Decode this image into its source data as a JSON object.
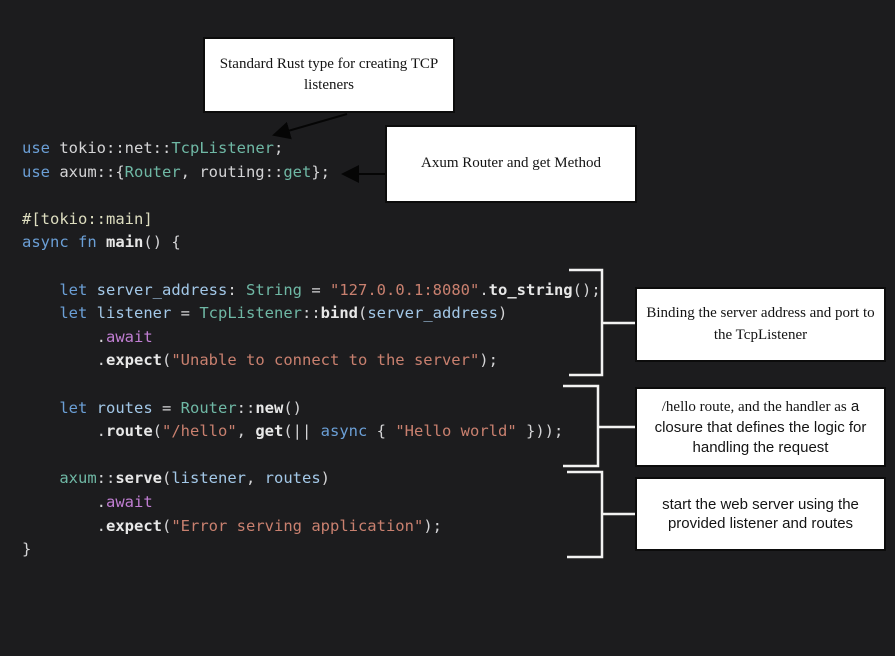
{
  "palette": {
    "bg": "#1c1c1e",
    "kw": "#6b9fd6",
    "ty": "#6fb8a5",
    "fn": "#e8e8e8",
    "va": "#a3c8e8",
    "st": "#c9806f",
    "pu": "#d4d4d6",
    "at": "#dedec0",
    "aw": "#c07ed2",
    "bracket": "#f2f2f2",
    "arrow": "#050505",
    "note_fill": "#ffffff",
    "note_text": "#141414"
  },
  "annotations": {
    "tcp_listener_note": "Standard Rust type for creating TCP listeners",
    "axum_router_note": "Axum Router and get Method",
    "binding_note": "Binding the server address and port to the TcpListener",
    "route_note_serif": "/hello route, and the handler as",
    "route_note_sans": " a closure that defines the logic for handling the request",
    "serve_note": "start the web server using the provided listener and routes"
  },
  "code": {
    "lines": [
      [
        {
          "c": "kw",
          "t": "use"
        },
        {
          "c": "pu",
          "t": " tokio::net::"
        },
        {
          "c": "ty",
          "t": "TcpListener"
        },
        {
          "c": "pu",
          "t": ";"
        }
      ],
      [
        {
          "c": "kw",
          "t": "use"
        },
        {
          "c": "pu",
          "t": " axum::{"
        },
        {
          "c": "ty",
          "t": "Router"
        },
        {
          "c": "pu",
          "t": ", routing::"
        },
        {
          "c": "ty",
          "t": "get"
        },
        {
          "c": "pu",
          "t": "};"
        }
      ],
      [],
      [
        {
          "c": "at",
          "t": "#[tokio::main]"
        }
      ],
      [
        {
          "c": "kw",
          "t": "async"
        },
        {
          "c": "pu",
          "t": " "
        },
        {
          "c": "kw",
          "t": "fn"
        },
        {
          "c": "pu",
          "t": " "
        },
        {
          "c": "fn",
          "t": "main"
        },
        {
          "c": "pu",
          "t": "() {"
        }
      ],
      [],
      [
        {
          "c": "pu",
          "t": "    "
        },
        {
          "c": "kw",
          "t": "let"
        },
        {
          "c": "pu",
          "t": " "
        },
        {
          "c": "va",
          "t": "server_address"
        },
        {
          "c": "pu",
          "t": ": "
        },
        {
          "c": "ty",
          "t": "String"
        },
        {
          "c": "pu",
          "t": " = "
        },
        {
          "c": "st",
          "t": "\"127.0.0.1:8080\""
        },
        {
          "c": "pu",
          "t": "."
        },
        {
          "c": "fn",
          "t": "to_string"
        },
        {
          "c": "pu",
          "t": "();"
        }
      ],
      [
        {
          "c": "pu",
          "t": "    "
        },
        {
          "c": "kw",
          "t": "let"
        },
        {
          "c": "pu",
          "t": " "
        },
        {
          "c": "va",
          "t": "listener"
        },
        {
          "c": "pu",
          "t": " = "
        },
        {
          "c": "ty",
          "t": "TcpListener"
        },
        {
          "c": "pu",
          "t": "::"
        },
        {
          "c": "fn",
          "t": "bind"
        },
        {
          "c": "pu",
          "t": "("
        },
        {
          "c": "va",
          "t": "server_address"
        },
        {
          "c": "pu",
          "t": ")"
        }
      ],
      [
        {
          "c": "pu",
          "t": "        ."
        },
        {
          "c": "aw",
          "t": "await"
        }
      ],
      [
        {
          "c": "pu",
          "t": "        ."
        },
        {
          "c": "fn",
          "t": "expect"
        },
        {
          "c": "pu",
          "t": "("
        },
        {
          "c": "st",
          "t": "\"Unable to connect to the server\""
        },
        {
          "c": "pu",
          "t": ");"
        }
      ],
      [],
      [
        {
          "c": "pu",
          "t": "    "
        },
        {
          "c": "kw",
          "t": "let"
        },
        {
          "c": "pu",
          "t": " "
        },
        {
          "c": "va",
          "t": "routes"
        },
        {
          "c": "pu",
          "t": " = "
        },
        {
          "c": "ty",
          "t": "Router"
        },
        {
          "c": "pu",
          "t": "::"
        },
        {
          "c": "fn",
          "t": "new"
        },
        {
          "c": "pu",
          "t": "()"
        }
      ],
      [
        {
          "c": "pu",
          "t": "        ."
        },
        {
          "c": "fn",
          "t": "route"
        },
        {
          "c": "pu",
          "t": "("
        },
        {
          "c": "st",
          "t": "\"/hello\""
        },
        {
          "c": "pu",
          "t": ", "
        },
        {
          "c": "fn",
          "t": "get"
        },
        {
          "c": "pu",
          "t": "(|| "
        },
        {
          "c": "kw",
          "t": "async"
        },
        {
          "c": "pu",
          "t": " { "
        },
        {
          "c": "st",
          "t": "\"Hello world\""
        },
        {
          "c": "pu",
          "t": " }));"
        }
      ],
      [],
      [
        {
          "c": "pu",
          "t": "    "
        },
        {
          "c": "ty",
          "t": "axum"
        },
        {
          "c": "pu",
          "t": "::"
        },
        {
          "c": "fn",
          "t": "serve"
        },
        {
          "c": "pu",
          "t": "("
        },
        {
          "c": "va",
          "t": "listener"
        },
        {
          "c": "pu",
          "t": ", "
        },
        {
          "c": "va",
          "t": "routes"
        },
        {
          "c": "pu",
          "t": ")"
        }
      ],
      [
        {
          "c": "pu",
          "t": "        ."
        },
        {
          "c": "aw",
          "t": "await"
        }
      ],
      [
        {
          "c": "pu",
          "t": "        ."
        },
        {
          "c": "fn",
          "t": "expect"
        },
        {
          "c": "pu",
          "t": "("
        },
        {
          "c": "st",
          "t": "\"Error serving application\""
        },
        {
          "c": "pu",
          "t": ");"
        }
      ],
      [
        {
          "c": "pu",
          "t": "}"
        }
      ]
    ]
  }
}
